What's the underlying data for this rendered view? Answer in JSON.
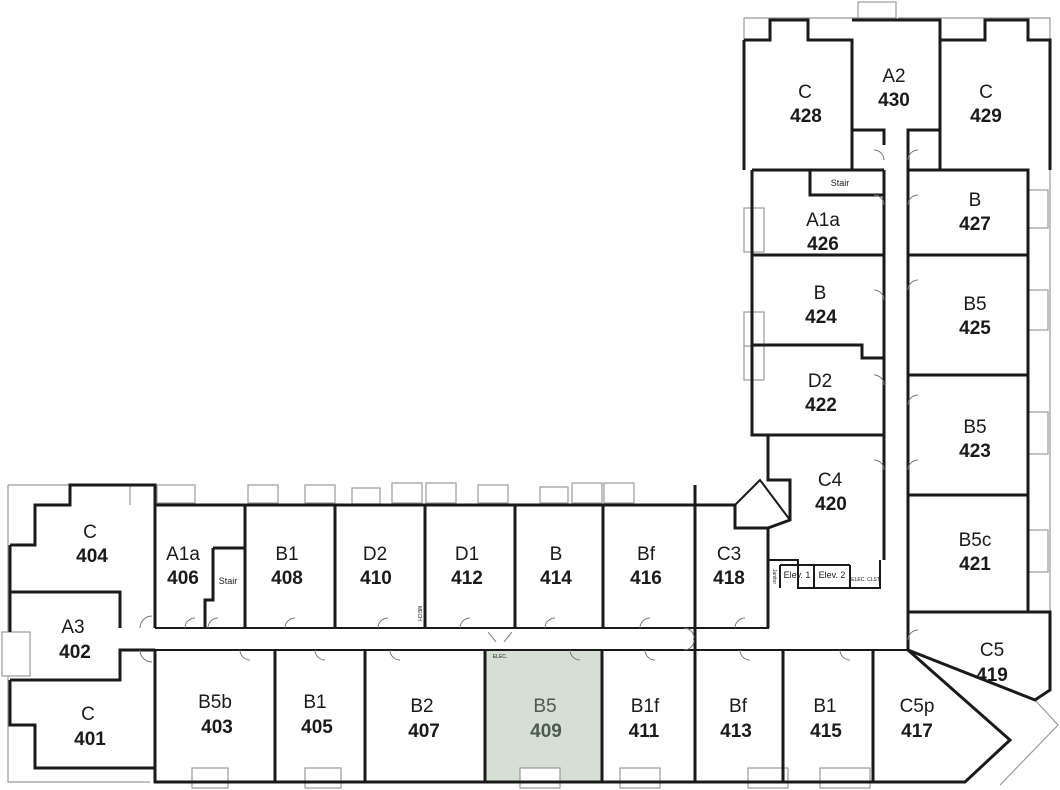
{
  "floor_plan": {
    "highlighted_unit": "409",
    "highlight_color": "#d5dfd3",
    "units": {
      "401": {
        "type": "C",
        "number": "401"
      },
      "402": {
        "type": "A3",
        "number": "402"
      },
      "403": {
        "type": "B5b",
        "number": "403"
      },
      "404": {
        "type": "C",
        "number": "404"
      },
      "405": {
        "type": "B1",
        "number": "405"
      },
      "406": {
        "type": "A1a",
        "number": "406"
      },
      "407": {
        "type": "B2",
        "number": "407"
      },
      "408": {
        "type": "B1",
        "number": "408"
      },
      "409": {
        "type": "B5",
        "number": "409"
      },
      "410": {
        "type": "D2",
        "number": "410"
      },
      "411": {
        "type": "B1f",
        "number": "411"
      },
      "412": {
        "type": "D1",
        "number": "412"
      },
      "413": {
        "type": "Bf",
        "number": "413"
      },
      "414": {
        "type": "B",
        "number": "414"
      },
      "415": {
        "type": "B1",
        "number": "415"
      },
      "416": {
        "type": "Bf",
        "number": "416"
      },
      "417": {
        "type": "C5p",
        "number": "417"
      },
      "418": {
        "type": "C3",
        "number": "418"
      },
      "419": {
        "type": "C5",
        "number": "419"
      },
      "420": {
        "type": "C4",
        "number": "420"
      },
      "421": {
        "type": "B5c",
        "number": "421"
      },
      "422": {
        "type": "D2",
        "number": "422"
      },
      "423": {
        "type": "B5",
        "number": "423"
      },
      "424": {
        "type": "B",
        "number": "424"
      },
      "425": {
        "type": "B5",
        "number": "425"
      },
      "426": {
        "type": "A1a",
        "number": "426"
      },
      "427": {
        "type": "B",
        "number": "427"
      },
      "428": {
        "type": "C",
        "number": "428"
      },
      "429": {
        "type": "C",
        "number": "429"
      },
      "430": {
        "type": "A2",
        "number": "430"
      }
    },
    "service_labels": {
      "stair_west": "Stair",
      "stair_north": "Stair",
      "elev1": "Elev. 1",
      "elev2": "Elev. 2",
      "elec_closet": "ELEC. CLST.",
      "elec_corridor": "ELEC.",
      "mech": "MECH.",
      "janitor": "Janitor"
    }
  }
}
